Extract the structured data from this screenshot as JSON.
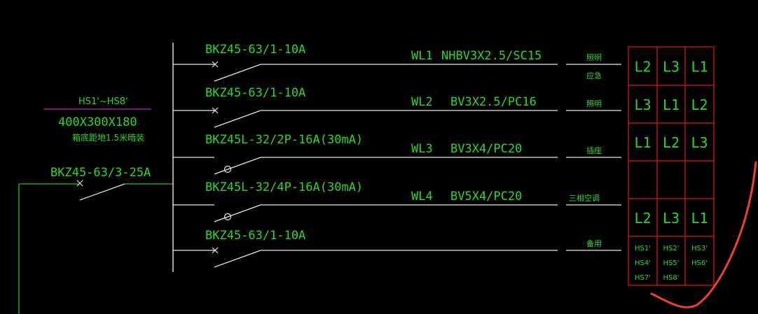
{
  "panel": {
    "name": "HS1'~HS8'",
    "size": "400X300X180",
    "mount_note": "箱底距地1.5米暗装",
    "name_underline_color": "#c020c0"
  },
  "main_breaker": {
    "model": "BKZ45-63/3-25A"
  },
  "circuits": [
    {
      "breaker": "BKZ45-63/1-10A",
      "circuit_id": "WL1",
      "cable": "NHBV3X2.5/SC15",
      "use_labels": [
        "照明",
        "应急"
      ],
      "has_rcd": false
    },
    {
      "breaker": "BKZ45-63/1-10A",
      "circuit_id": "WL2",
      "cable": "BV3X2.5/PC16",
      "use_labels": [
        "照明"
      ],
      "has_rcd": false
    },
    {
      "breaker": "BKZ45L-32/2P-16A(30mA)",
      "circuit_id": "WL3",
      "cable": "BV3X4/PC20",
      "use_labels": [
        "插座"
      ],
      "has_rcd": true
    },
    {
      "breaker": "BKZ45L-32/4P-16A(30mA)",
      "circuit_id": "WL4",
      "cable": "BV5X4/PC20",
      "use_labels": [
        "三相空调"
      ],
      "has_rcd": true
    },
    {
      "breaker": "BKZ45-63/1-10A",
      "circuit_id": "",
      "cable": "",
      "use_labels": [
        "备用"
      ],
      "has_rcd": false
    }
  ],
  "phase_table": {
    "rows": [
      [
        "L2",
        "L3",
        "L1"
      ],
      [
        "L3",
        "L1",
        "L2"
      ],
      [
        "L1",
        "L2",
        "L3"
      ],
      [
        "",
        "",
        ""
      ],
      [
        "L2",
        "L3",
        "L1"
      ]
    ],
    "box_labels": [
      [
        "HS1'",
        "HS4'",
        "HS7'"
      ],
      [
        "HS2'",
        "HS5'",
        "HS8'"
      ],
      [
        "HS3'",
        "HS6'"
      ]
    ]
  },
  "colors": {
    "background": "#000000",
    "wire": "#e6e6e6",
    "text": "#2bd62b",
    "table": "#e01818",
    "annotation": "#e8442a",
    "feeder": "#22c422"
  }
}
